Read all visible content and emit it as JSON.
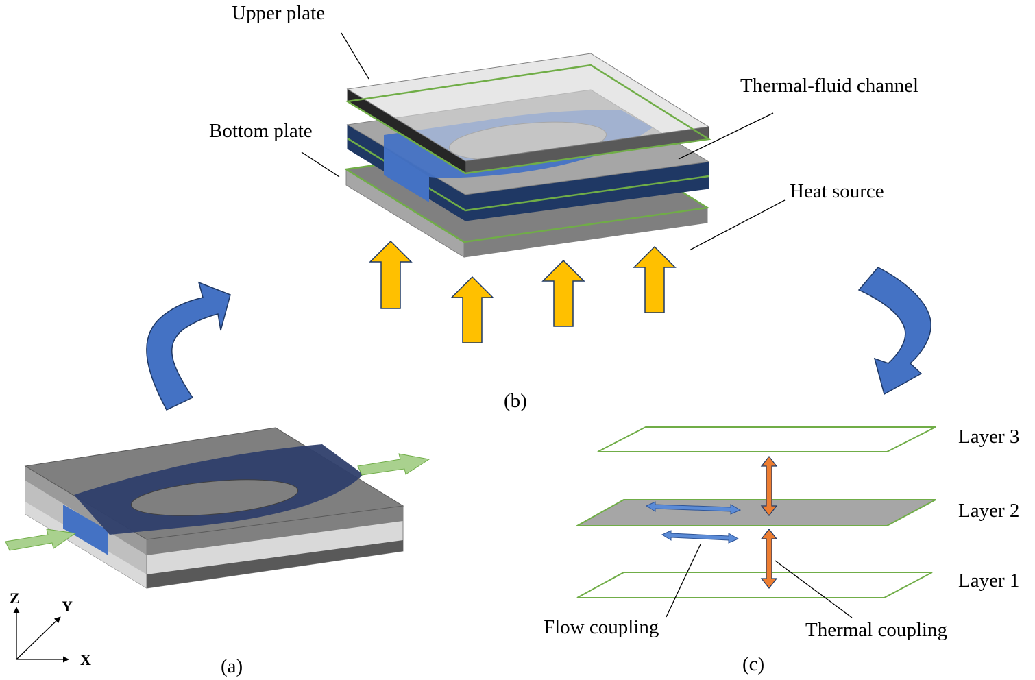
{
  "panels": {
    "a": "(a)",
    "b": "(b)",
    "c": "(c)"
  },
  "labels": {
    "upper_plate": "Upper plate",
    "bottom_plate": "Bottom plate",
    "thermal_fluid_channel": "Thermal-fluid channel",
    "heat_source": "Heat source",
    "layer_3": "Layer 3",
    "layer_2": "Layer 2",
    "layer_1": "Layer 1",
    "flow_coupling": "Flow coupling",
    "thermal_coupling": "Thermal coupling"
  },
  "axes": {
    "z": "Z",
    "y": "Y",
    "x": "X"
  },
  "colors": {
    "layer_outline": "#70ad47",
    "channel_blue": "#4472c4",
    "channel_navy": "#1f3864",
    "plate_light": "#d9d9d9",
    "plate_mid": "#a6a6a6",
    "plate_dark": "#7f7f7f",
    "heat_arrow": "#ffc000",
    "flow_arrow": "#a9d18e",
    "thermal_coupling_arrow": "#ed7d31"
  },
  "icons": {
    "process_arrow": "curved-arrow-icon",
    "heat_arrow": "up-arrow-icon",
    "inlet_outlet": "right-arrow-icon",
    "coupling": "double-headed-arrow-icon"
  }
}
